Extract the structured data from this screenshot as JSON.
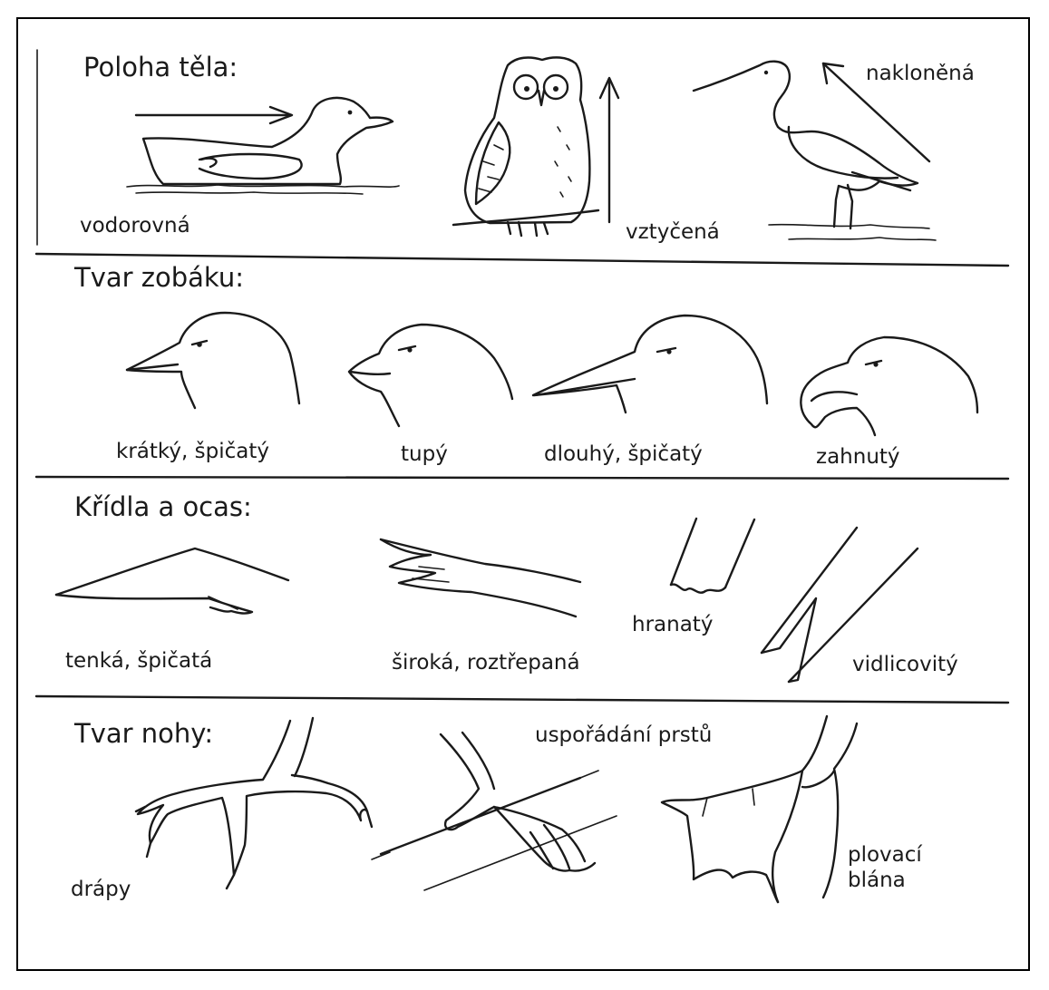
{
  "sections": {
    "posture": {
      "title": "Poloha těla:",
      "labels": {
        "horizontal": "vodorovná",
        "upright": "vztyčená",
        "inclined": "nakloněná"
      }
    },
    "beak": {
      "title": "Tvar zobáku:",
      "labels": {
        "short_pointed": "krátký, špičatý",
        "blunt": "tupý",
        "long_pointed": "dlouhý, špičatý",
        "hooked": "zahnutý"
      }
    },
    "wings_tail": {
      "title": "Křídla a ocas:",
      "labels": {
        "thin_pointed": "tenká, špičatá",
        "broad_frayed": "široká, roztřepaná",
        "square": "hranatý",
        "forked": "vidlicovitý"
      }
    },
    "legs": {
      "title": "Tvar nohy:",
      "labels": {
        "claws": "drápy",
        "toe_arrangement": "uspořádání prstů",
        "web_line1": "plovací",
        "web_line2": "blána"
      }
    }
  }
}
